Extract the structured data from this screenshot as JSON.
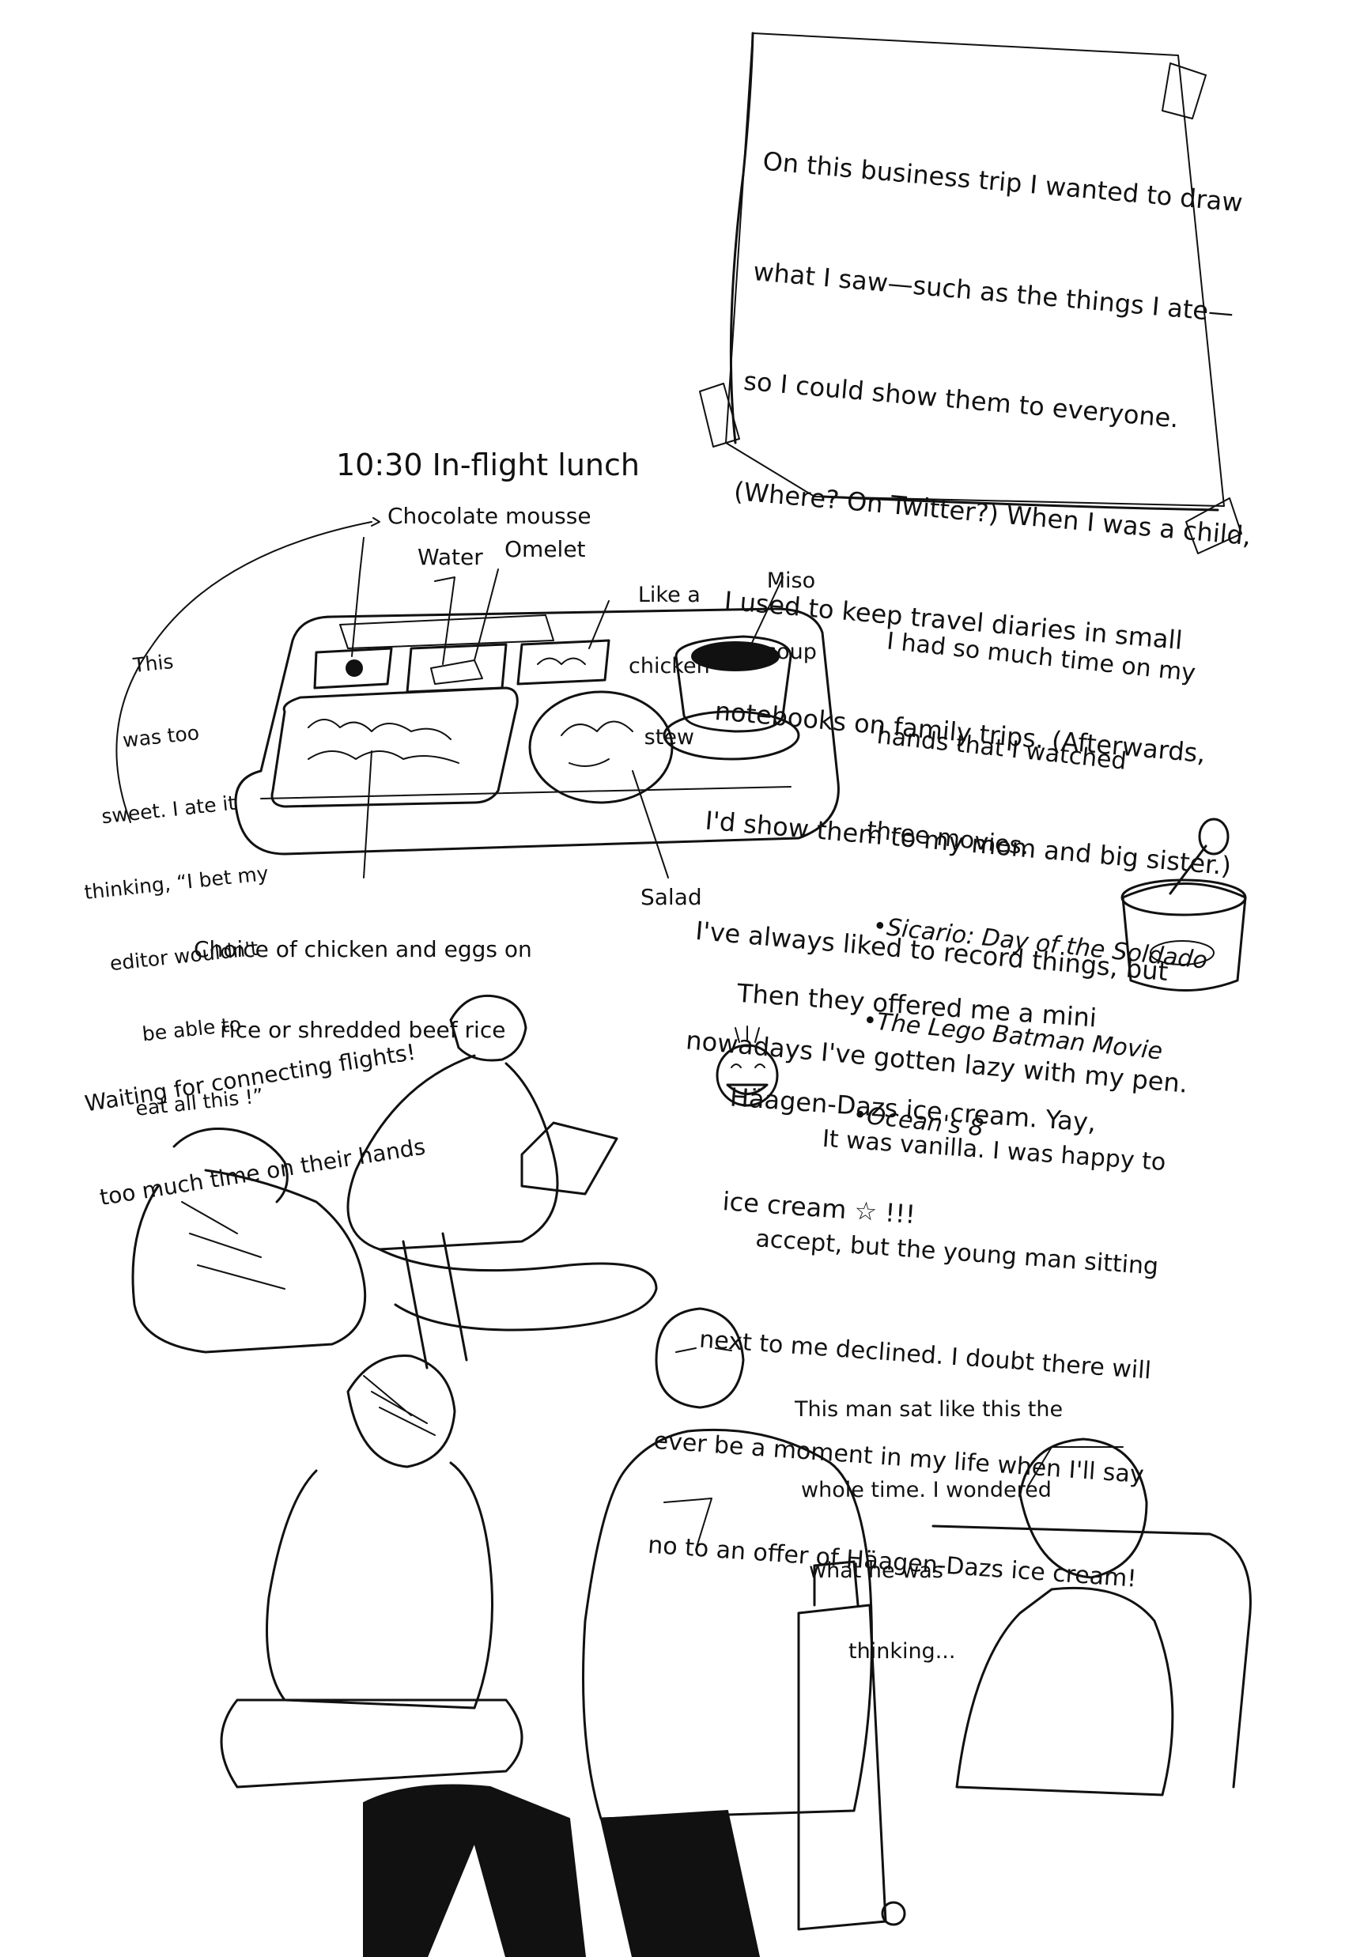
{
  "intro_note": {
    "lines": [
      "On this business trip I wanted to draw",
      "what I saw—such as the things I ate—",
      "so I could show them to everyone.",
      "(Where? On Twitter?) When I was a child,",
      "I used to keep travel diaries in small",
      "notebooks on family trips. (Afterwards,",
      "I'd show them to my mom and big sister.)",
      "I've always liked to record things, but",
      "nowadays I've gotten lazy with my pen."
    ]
  },
  "lunch": {
    "heading": "10:30 In-flight lunch",
    "labels": {
      "chocolate_mousse": "Chocolate mousse",
      "water": "Water",
      "omelet": "Omelet",
      "chicken_stew": [
        "Like a",
        "chicken",
        "stew"
      ],
      "miso_soup": [
        "Miso",
        "soup"
      ],
      "main_dish": [
        "Choice of chicken and eggs on",
        "rice or shredded beef rice"
      ],
      "salad": "Salad"
    },
    "side_comment": [
      "This",
      "was too",
      "sweet. I ate it",
      "thinking, “I bet my",
      "editor wouldn't",
      "be able to",
      "eat all this !”"
    ]
  },
  "movies": {
    "intro": [
      "I had so much time on my",
      "hands that I watched",
      "three movies."
    ],
    "list": [
      "•Sicario: Day of the Soldado",
      "•The Lego Batman Movie",
      "•Ocean's 8"
    ]
  },
  "ice_cream": {
    "offer": [
      "Then they offered me a mini",
      "Häagen-Dazs ice cream. Yay,",
      "ice cream ☆ !!!"
    ],
    "reaction": [
      "It was vanilla. I was happy to",
      "accept, but the young man sitting",
      "next to me declined. I doubt there will",
      "ever be a moment in my life when I'll say",
      "no to an offer of Häagen-Dazs ice cream!"
    ]
  },
  "waiting": {
    "caption": [
      "Waiting for connecting flights!",
      "too much time on their hands"
    ]
  },
  "man_sitting": {
    "caption": [
      "This man sat like this the",
      "whole time. I wondered",
      "what he was",
      "thinking..."
    ]
  }
}
